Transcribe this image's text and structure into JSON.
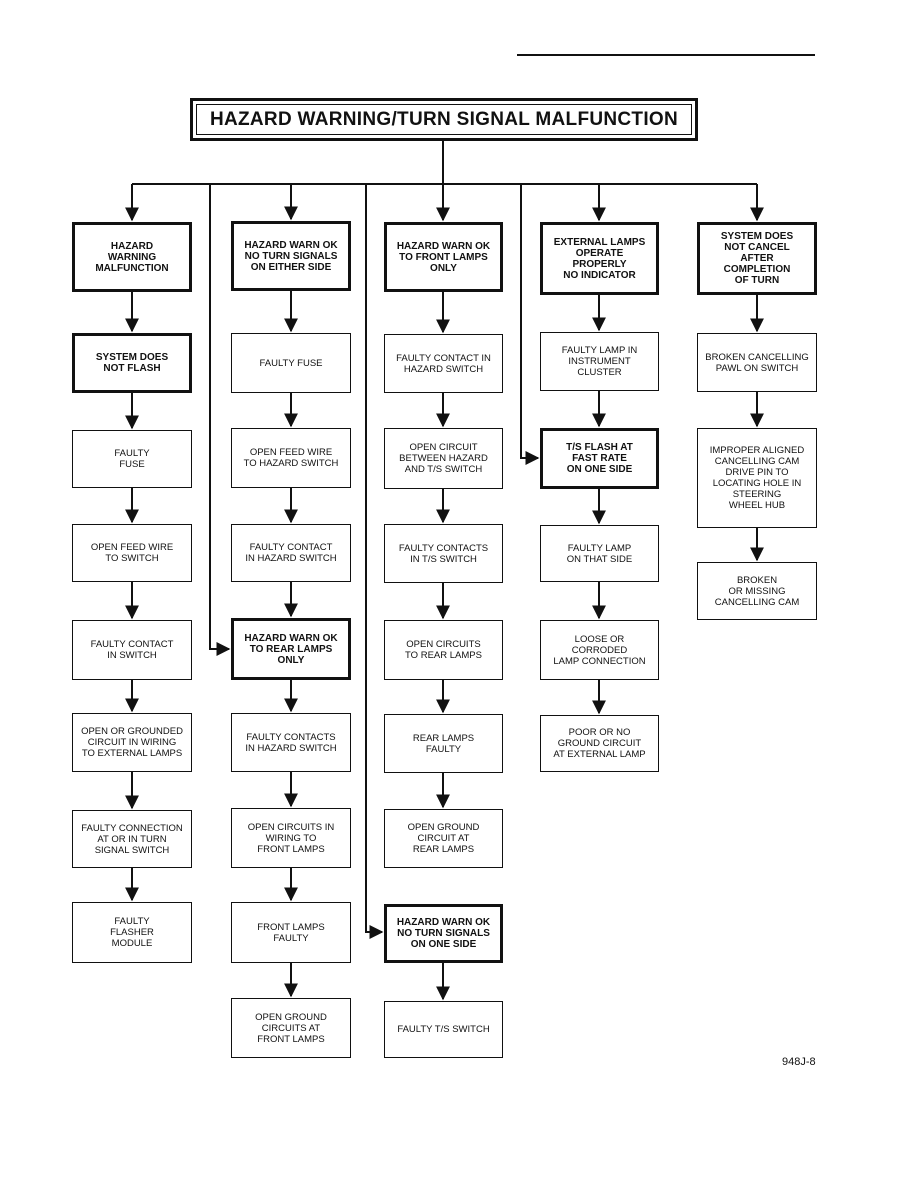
{
  "title": "HAZARD WARNING/TURN SIGNAL MALFUNCTION",
  "figure_id": "948J-8",
  "col1": [
    "HAZARD\nWARNING\nMALFUNCTION",
    "SYSTEM DOES\nNOT FLASH",
    "FAULTY\nFUSE",
    "OPEN FEED WIRE\nTO SWITCH",
    "FAULTY CONTACT\nIN SWITCH",
    "OPEN OR GROUNDED\nCIRCUIT IN WIRING\nTO EXTERNAL LAMPS",
    "FAULTY CONNECTION\nAT OR IN TURN\nSIGNAL SWITCH",
    "FAULTY\nFLASHER\nMODULE"
  ],
  "col2": [
    "HAZARD WARN OK\nNO TURN SIGNALS\nON EITHER SIDE",
    "FAULTY FUSE",
    "OPEN FEED WIRE\nTO HAZARD SWITCH",
    "FAULTY CONTACT\nIN HAZARD SWITCH",
    "HAZARD WARN OK\nTO REAR LAMPS\nONLY",
    "FAULTY CONTACTS\nIN HAZARD SWITCH",
    "OPEN CIRCUITS IN\nWIRING TO\nFRONT LAMPS",
    "FRONT LAMPS\nFAULTY",
    "OPEN GROUND\nCIRCUITS AT\nFRONT LAMPS"
  ],
  "col3": [
    "HAZARD WARN OK\nTO FRONT LAMPS\nONLY",
    "FAULTY CONTACT IN\nHAZARD SWITCH",
    "OPEN CIRCUIT\nBETWEEN HAZARD\nAND T/S SWITCH",
    "FAULTY CONTACTS\nIN T/S SWITCH",
    "OPEN CIRCUITS\nTO REAR LAMPS",
    "REAR LAMPS\nFAULTY",
    "OPEN GROUND\nCIRCUIT AT\nREAR LAMPS",
    "HAZARD WARN OK\nNO TURN SIGNALS\nON ONE SIDE",
    "FAULTY T/S SWITCH"
  ],
  "col4": [
    "EXTERNAL LAMPS\nOPERATE PROPERLY\nNO INDICATOR",
    "FAULTY LAMP IN\nINSTRUMENT CLUSTER",
    "T/S FLASH AT\nFAST RATE\nON ONE SIDE",
    "FAULTY LAMP\nON THAT SIDE",
    "LOOSE OR\nCORRODED\nLAMP CONNECTION",
    "POOR OR NO\nGROUND CIRCUIT\nAT EXTERNAL LAMP"
  ],
  "col5": [
    "SYSTEM DOES\nNOT CANCEL\nAFTER COMPLETION\nOF TURN",
    "BROKEN CANCELLING\nPAWL ON SWITCH",
    "IMPROPER ALIGNED\nCANCELLING CAM\nDRIVE PIN TO\nLOCATING HOLE IN\nSTEERING\nWHEEL HUB",
    "BROKEN\nOR MISSING\nCANCELLING CAM"
  ]
}
